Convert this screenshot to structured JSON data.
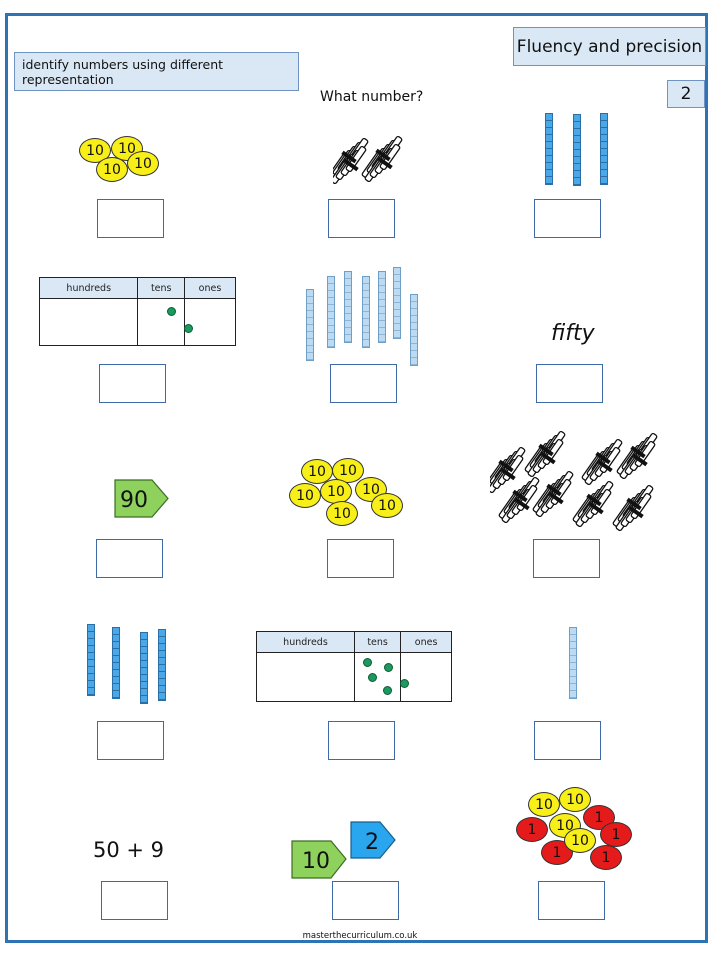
{
  "header": {
    "objective": "identify numbers using different representation",
    "strand": "Fluency and precision",
    "page_number": "2"
  },
  "question": "What number?",
  "place_value_headers": {
    "hundreds": "hundreds",
    "tens": "tens",
    "ones": "ones"
  },
  "coin_labels": {
    "ten": "10",
    "one": "1"
  },
  "number_words": {
    "fifty": "fifty"
  },
  "number_cards": {
    "ninety": "90",
    "ten": "10",
    "two": "2"
  },
  "expression": "50 + 9",
  "footer": "masterthecurriculum.co.uk",
  "colors": {
    "border": "#2e74b5",
    "header_fill": "#dae8f6",
    "coin_ten": "#f7ef17",
    "coin_one": "#e51a1a",
    "counter": "#1a9a5e",
    "card_green": "#8ed15d",
    "card_blue": "#2aa6ee"
  },
  "icons": [
    "coin-10-icon",
    "coin-1-icon",
    "straw-bundle-icon",
    "tens-stick-icon",
    "place-value-counter-icon",
    "number-card-arrow-icon"
  ]
}
